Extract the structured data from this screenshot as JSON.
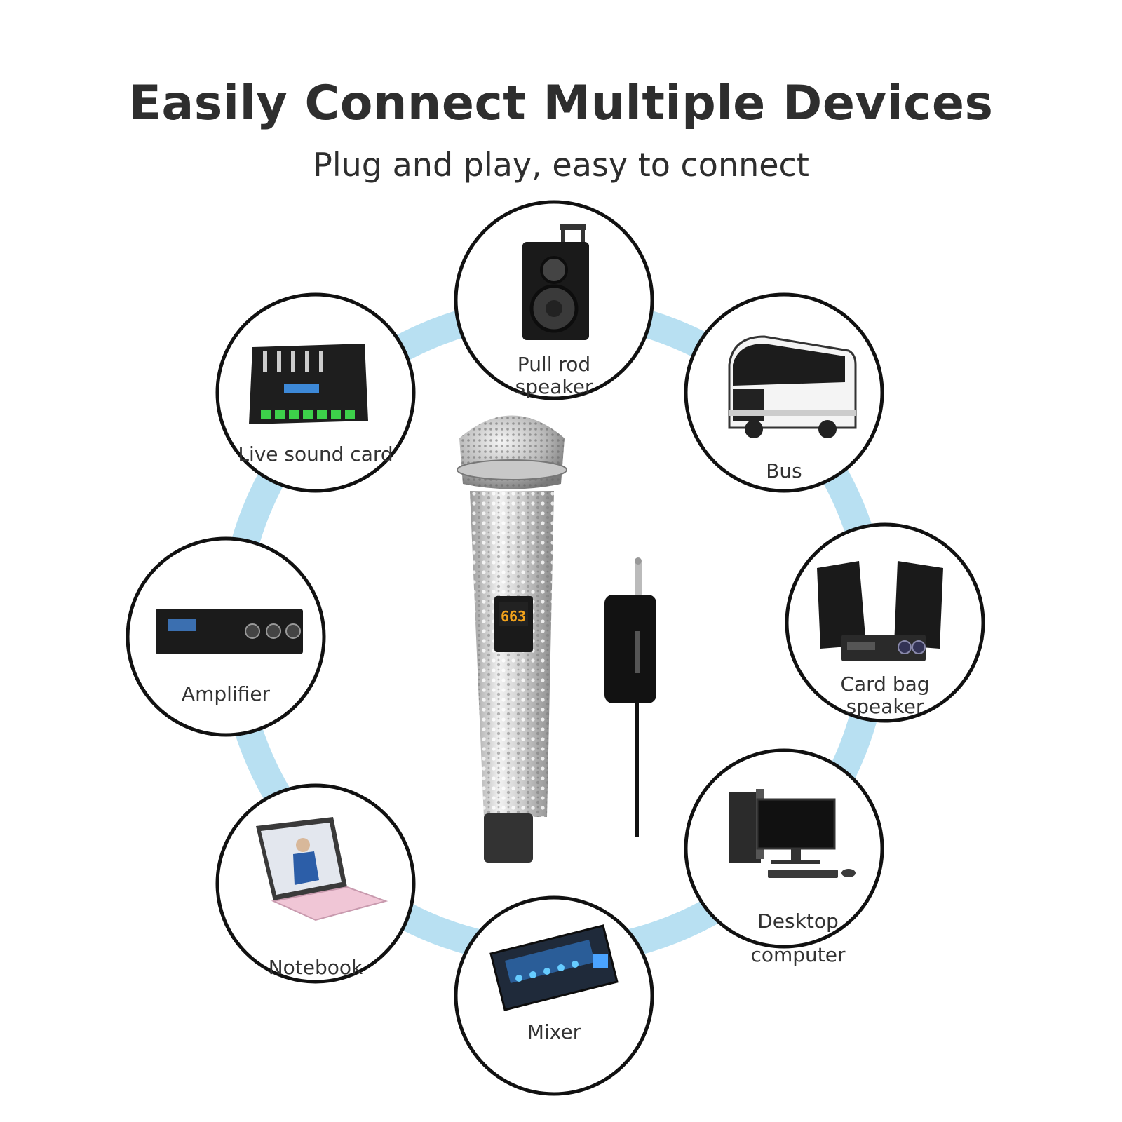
{
  "heading": {
    "title": "Easily Connect Multiple Devices",
    "subtitle": "Plug and play, easy to connect"
  },
  "colors": {
    "ring": "#b8e0f2",
    "circle_border": "#111111",
    "circle_fill": "#ffffff"
  },
  "devices": [
    {
      "id": "pull-rod-speaker",
      "icon": "pull-rod-speaker-icon",
      "label_lines": [
        "Pull rod",
        "speaker"
      ]
    },
    {
      "id": "bus",
      "icon": "bus-icon",
      "label_lines": [
        "Bus"
      ]
    },
    {
      "id": "card-bag-speaker",
      "icon": "card-bag-speaker-icon",
      "label_lines": [
        "Card bag",
        "speaker"
      ]
    },
    {
      "id": "desktop-computer",
      "icon": "desktop-computer-icon",
      "label_lines": [
        "Desktop",
        "computer"
      ]
    },
    {
      "id": "mixer",
      "icon": "mixer-icon",
      "label_lines": [
        "Mixer"
      ]
    },
    {
      "id": "notebook",
      "icon": "notebook-icon",
      "label_lines": [
        "Notebook"
      ]
    },
    {
      "id": "amplifier",
      "icon": "amplifier-icon",
      "label_lines": [
        "Amplifier"
      ]
    },
    {
      "id": "live-sound-card",
      "icon": "live-sound-card-icon",
      "label_lines": [
        "Live sound card"
      ]
    }
  ],
  "center_products": {
    "microphone": {
      "icon": "rhinestone-microphone-icon",
      "screen_text": "663"
    },
    "receiver": {
      "icon": "wireless-receiver-icon"
    }
  }
}
